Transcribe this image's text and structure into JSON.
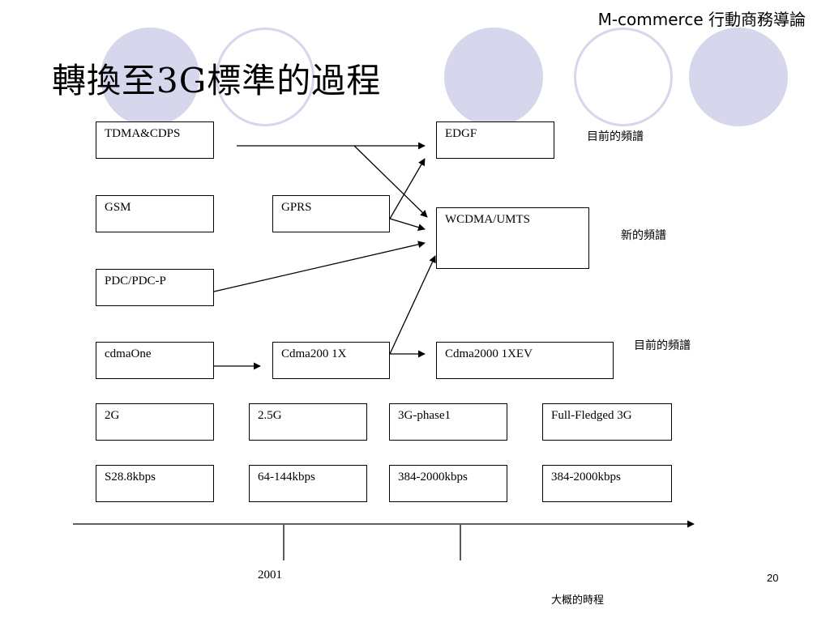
{
  "header": {
    "course": "M-commerce 行動商務導論"
  },
  "title": "轉換至3G標準的過程",
  "boxes": {
    "tdma": "TDMA&CDPS",
    "edgf": "EDGF",
    "gsm": "GSM",
    "gprs": "GPRS",
    "wcdma": "WCDMA/UMTS",
    "pdc": "PDC/PDC-P",
    "cdmaone": "cdmaOne",
    "cdma200": "Cdma200 1X",
    "cdma2000ev": "Cdma2000 1XEV"
  },
  "generations": [
    "2G",
    "2.5G",
    "3G-phase1",
    "Full-Fledged 3G"
  ],
  "speeds": [
    "S28.8kbps",
    "64-144kbps",
    "384-2000kbps",
    "384-2000kbps"
  ],
  "notes": {
    "current_spectrum_top": "目前的頻譜",
    "new_spectrum": "新的頻譜",
    "current_spectrum_bottom": "目前的頻譜"
  },
  "timeline": {
    "year": "2001",
    "caption": "大概的時程"
  },
  "page_number": "20",
  "colors": {
    "decor_circle": "#d6d6ec",
    "line": "#000000"
  }
}
